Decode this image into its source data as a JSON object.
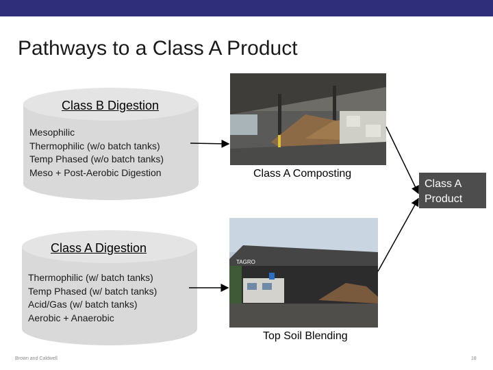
{
  "slide": {
    "title": "Pathways to a Class A Product",
    "footer_left": "Brown and Caldwell",
    "footer_right": "18"
  },
  "class_b": {
    "heading": "Class B Digestion",
    "items": [
      "Mesophilic",
      "Thermophilic (w/o batch tanks)",
      "Temp Phased (w/o batch tanks)",
      "Meso + Post-Aerobic Digestion"
    ]
  },
  "class_a": {
    "heading": "Class A Digestion",
    "items": [
      "Thermophilic (w/ batch tanks)",
      "Temp Phased (w/ batch tanks)",
      "Acid/Gas (w/ batch tanks)",
      "Aerobic + Anaerobic"
    ]
  },
  "composting": {
    "caption": "Class A Composting",
    "photo": "compost-facility-photo"
  },
  "blending": {
    "caption": "Top Soil Blending",
    "photo": "topsoil-facility-photo"
  },
  "product": {
    "line1": "Class A",
    "line2": "Product"
  },
  "colors": {
    "topbar": "#2e2e7a",
    "cylinder": "#d9d9d9",
    "product_box": "#4d4d4d"
  }
}
